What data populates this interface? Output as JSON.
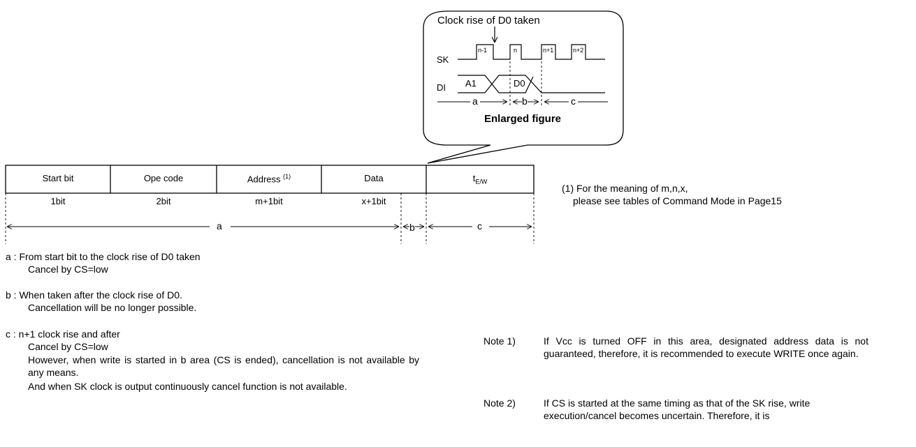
{
  "bubble": {
    "title": "Clock rise of D0 taken",
    "sk_label": "SK",
    "di_label": "DI",
    "pulses": [
      "n-1",
      "n",
      "n+1",
      "n+2"
    ],
    "a1": "A1",
    "d0": "D0",
    "seg_a": "a",
    "seg_b": "b",
    "seg_c": "c",
    "caption": "Enlarged figure"
  },
  "frame": {
    "cells": [
      {
        "label": "Start bit",
        "bits": "1bit"
      },
      {
        "label": "Ope code",
        "bits": "2bit"
      },
      {
        "label": "Address",
        "sup": "(1)",
        "bits": "m+1bit"
      },
      {
        "label": "Data",
        "bits": "x+1bit"
      },
      {
        "label": "t",
        "sub": "E/W",
        "bits": ""
      }
    ],
    "span_a": "a",
    "span_b": "b",
    "span_c": "c"
  },
  "footnote": {
    "line1": "(1) For the meaning of m,n,x,",
    "line2": "please see tables of Command Mode in Page15"
  },
  "left_notes": {
    "a_line1": "a : From start bit to the clock rise of D0 taken",
    "a_line2": "Cancel by CS=low",
    "b_line1": "b : When taken after the clock rise of D0.",
    "b_line2": "Cancellation will be no longer possible.",
    "c_line1": "c : n+1 clock rise and after",
    "c_line2": "Cancel by CS=low",
    "c_line3": "However, when write is started in b area (CS is ended), cancellation is not available by any means.",
    "c_line4": "And when SK clock is output continuously cancel function is not available."
  },
  "right_notes": [
    {
      "label": "Note 1)",
      "text": "If Vcc is turned OFF in this area, designated address data is not guaranteed, therefore, it is recommended to execute WRITE once again."
    },
    {
      "label": "Note 2)",
      "text": "If CS is started at the same timing as that of the SK rise, write execution/cancel becomes uncertain. Therefore, it is"
    }
  ]
}
